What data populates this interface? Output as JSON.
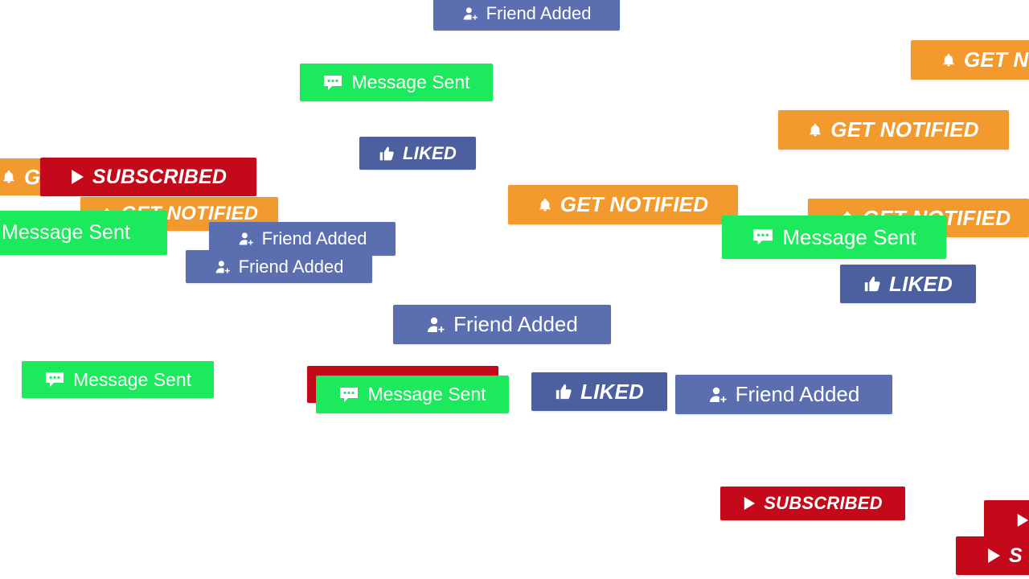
{
  "labels": {
    "friend_added": "Friend Added",
    "message_sent": "Message Sent",
    "liked": "LIKED",
    "get_notified": "GET NOTIFIED",
    "get_notified_partial": "GET N",
    "subscribed": "SUBSCRIBED",
    "subscribed_partial": "S",
    "get_notified_clipped_left": "G"
  },
  "colors": {
    "friend_added": "#5b6fb0",
    "message_sent": "#1de95c",
    "liked": "#4c5f9f",
    "get_notified": "#f29a2e",
    "subscribed": "#c4091a",
    "background": "#ffffff",
    "text": "#ffffff"
  },
  "icons": {
    "friend_added": "add-user-icon",
    "message_sent": "chat-bubble-icon",
    "liked": "thumbs-up-icon",
    "get_notified": "bell-icon",
    "subscribed": "play-icon"
  }
}
